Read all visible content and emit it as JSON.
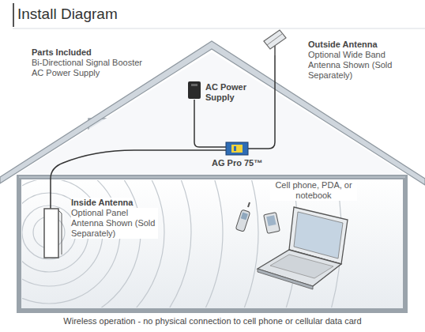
{
  "diagram": {
    "title": "Install Diagram",
    "caption": "Wireless operation - no physical connection to cell phone or cellular data card",
    "labels": [
      "Parts Included",
      "Bi-Directional Signal Booster",
      "AC Power Supply",
      "Outside Antenna",
      "Optional Wide Band Antenna Shown (Sold Separately)",
      "AC Power Supply",
      "AG Pro 75™",
      "Inside Antenna",
      "Optional Panel Antenna Shown (Sold Separately)",
      "Cell phone, PDA, or notebook"
    ]
  }
}
